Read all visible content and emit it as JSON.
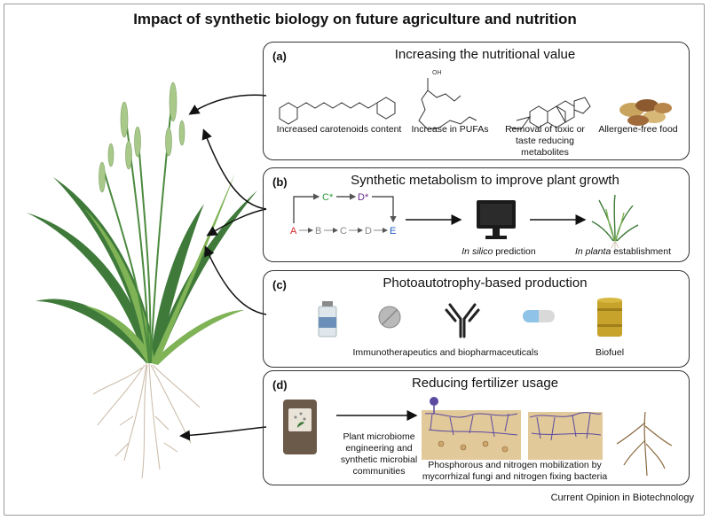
{
  "title": "Impact of synthetic biology on future agriculture and nutrition",
  "credit": "Current Opinion in Biotechnology",
  "panels": {
    "a": {
      "label": "(a)",
      "title": "Increasing the nutritional value",
      "items": [
        "Increased carotenoids content",
        "Increase in PUFAs",
        "Removal of toxic or taste reducing metabolites",
        "Allergene-free food"
      ],
      "chem_label": "OH"
    },
    "b": {
      "label": "(b)",
      "title": "Synthetic metabolism to improve plant growth",
      "nodes": {
        "a": "A",
        "b": "B",
        "c": "C",
        "d": "D",
        "e": "E",
        "c_star": "C*",
        "d_star": "D*"
      },
      "prediction_em": "In silico",
      "prediction_rest": " prediction",
      "establish_em": "In planta",
      "establish_rest": " establishment"
    },
    "c": {
      "label": "(c)",
      "title": "Photoautotrophy-based production",
      "items": [
        "Immunotherapeutics and biopharmaceuticals",
        "Biofuel"
      ]
    },
    "d": {
      "label": "(d)",
      "title": "Reducing fertilizer usage",
      "items": [
        "Plant microbiome engineering and synthetic microbial communities",
        "Phosphorous and nitrogen mobilization by mycorrhizal fungi and nitrogen fixing bacteria"
      ]
    }
  },
  "colors": {
    "plant_dark": "#3f7a3a",
    "plant_light": "#7fb356",
    "panicle": "#a9c98a",
    "node_a": "#d62828",
    "node_c_star": "#2e9e3a",
    "node_d_star": "#6a2c91",
    "node_e": "#1f5fbf",
    "soil": "#e2c99a",
    "fungi": "#5b4aa0"
  }
}
